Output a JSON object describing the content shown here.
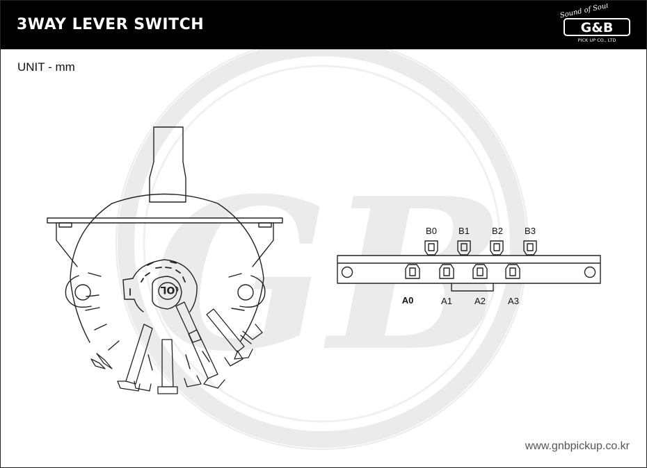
{
  "header": {
    "title": "3WAY LEVER SWITCH",
    "logo": {
      "tagline": "Sound of Soul",
      "brand": "G&B",
      "subtext": "PICK UP CO., LTD"
    }
  },
  "unit_label": "UNIT - mm",
  "watermark": {
    "letters": "GB"
  },
  "left_drawing": {
    "marking": "OL"
  },
  "right_drawing": {
    "top_pins": [
      "B0",
      "B1",
      "B2",
      "B3"
    ],
    "bottom_pins": [
      "A0",
      "A1",
      "A2",
      "A3"
    ]
  },
  "footer": {
    "website": "www.gnbpickup.co.kr"
  },
  "colors": {
    "header_bg": "#000000",
    "line": "#222222",
    "watermark": "#ececec"
  }
}
